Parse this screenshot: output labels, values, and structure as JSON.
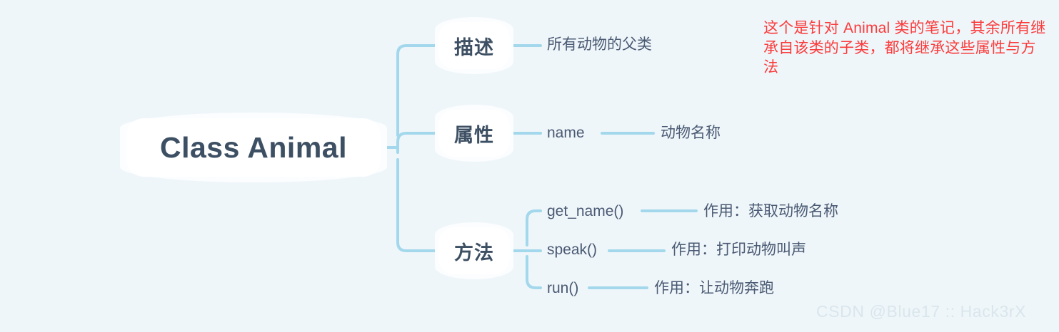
{
  "canvas": {
    "background_color": "#eff6fa",
    "connector_color": "#a3d8ec",
    "node_text_color": "#3d4f63",
    "leaf_text_color": "#4a5a73",
    "annotation_color": "#fb3b3b",
    "watermark_color": "#d9e6ec"
  },
  "root": {
    "label": "Class Animal"
  },
  "branches": [
    {
      "label": "描述",
      "children": [
        {
          "label": "所有动物的父类"
        }
      ]
    },
    {
      "label": "属性",
      "children": [
        {
          "label": "name",
          "description": "动物名称"
        }
      ]
    },
    {
      "label": "方法",
      "children": [
        {
          "label": "get_name()",
          "description": "作用：获取动物名称"
        },
        {
          "label": "speak()",
          "description": "作用：打印动物叫声"
        },
        {
          "label": "run()",
          "description": "作用：让动物奔跑"
        }
      ]
    }
  ],
  "annotation": {
    "text": "这个是针对 Animal 类的笔记，其余所有继承自该类的子类，都将继承这些属性与方法"
  },
  "watermark": {
    "text": "CSDN @Blue17 :: Hack3rX"
  }
}
